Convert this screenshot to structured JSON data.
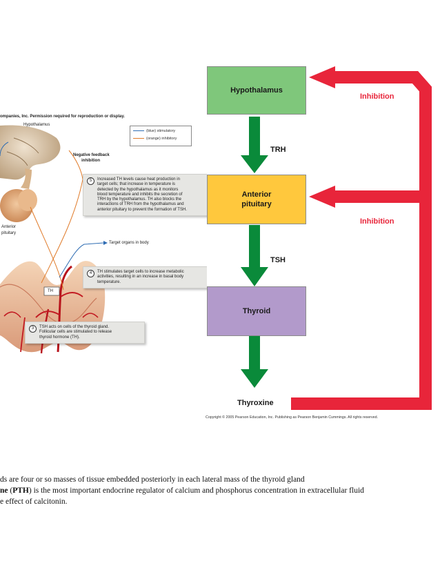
{
  "left_figure": {
    "copyright": "ompanies, Inc. Permission required for reproduction or display.",
    "labels": {
      "hypothalamus": "Hypothalamus",
      "anterior_pituitary_line1": "Anterior",
      "anterior_pituitary_line2": "pituitary",
      "negative_feedback_line1": "Negative feedback",
      "negative_feedback_line2": "inhibition",
      "target_organs": "Target organs in body",
      "th_tag": "TH"
    },
    "legend": {
      "stimulatory": "(blue) stimulatory",
      "inhibitory": "(orange) inhibitory",
      "stimulatory_color": "#2f6db3",
      "inhibitory_color": "#e07b2a"
    },
    "notes": [
      {
        "num": "5",
        "lines": [
          "Increased TH levels cause heat production in",
          "target cells; that increase in temperature is",
          "detected by the hypothalamus as it monitors",
          "blood temperature and inhibits the secretion of",
          "TRH by the hypothalamus. TH also blocks the",
          "interactions of TRH from the hypothalamus and",
          "anterior pituitary to prevent the formation of TSH."
        ]
      },
      {
        "num": "4",
        "lines": [
          "TH stimulates target cells to increase metabolic",
          "activities, resulting in an increase in basal body",
          "temperature."
        ]
      },
      {
        "num": "3",
        "lines": [
          "TSH acts on cells of the thyroid gland.",
          "Follicular cells are stimulated to release",
          "thyroid hormone (TH)."
        ]
      }
    ]
  },
  "flowchart": {
    "boxes": {
      "hypothalamus": {
        "label": "Hypothalamus",
        "color": "#7fc77b"
      },
      "anterior_pituitary": {
        "label_line1": "Anterior",
        "label_line2": "pituitary",
        "color": "#ffc83d"
      },
      "thyroid": {
        "label": "Thyroid",
        "color": "#b29acb"
      }
    },
    "arrow_labels": {
      "trh": "TRH",
      "tsh": "TSH"
    },
    "output": "Thyroxine",
    "inhibition_1": "Inhibition",
    "inhibition_2": "Inhibition",
    "arrow_color": "#0a8a3a",
    "inhibition_color": "#e8253a",
    "copyright": "Copyright © 2005 Pearson Education, Inc. Publishing as Pearson Benjamin Cummings. All rights reserved."
  },
  "body_text": {
    "line1": "ds are four or so masses of tissue embedded posteriorly in each lateral mass of the thyroid gland",
    "line2_bold_a": "ne",
    "line2_mid_a": " (",
    "line2_bold_b": "PTH",
    "line2_rest": ") is the most important endocrine regulator of calcium and phosphorus concentration in extracellular fluid",
    "line3": "e effect of calcitonin."
  }
}
